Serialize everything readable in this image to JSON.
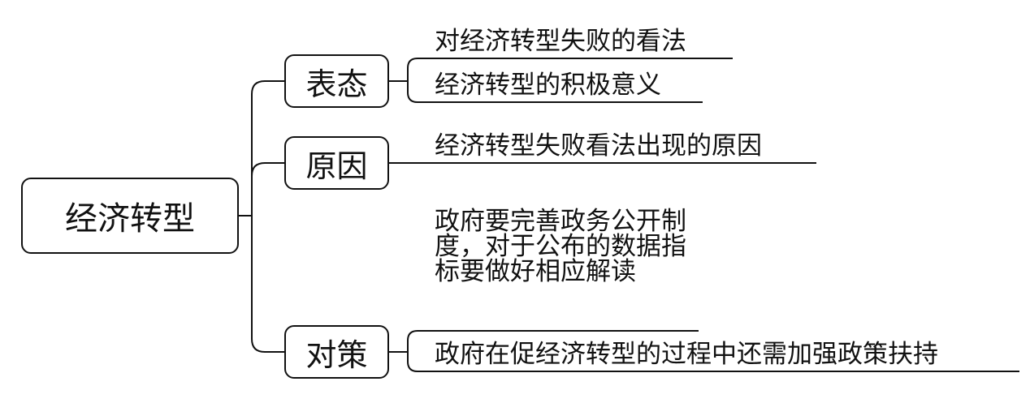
{
  "root": {
    "label": "经济转型"
  },
  "branches": [
    {
      "label": "表态",
      "leaves": [
        "对经济转型失败的看法",
        "经济转型的积极意义"
      ]
    },
    {
      "label": "原因",
      "leaves": [
        "经济转型失败看法出现的原因"
      ]
    },
    {
      "label": "对策",
      "leaves": [
        "政府要完善政务公开制度，对于公布的数据指标要做好相应解读",
        "政府在促经济转型的过程中还需加强政策扶持"
      ]
    }
  ]
}
